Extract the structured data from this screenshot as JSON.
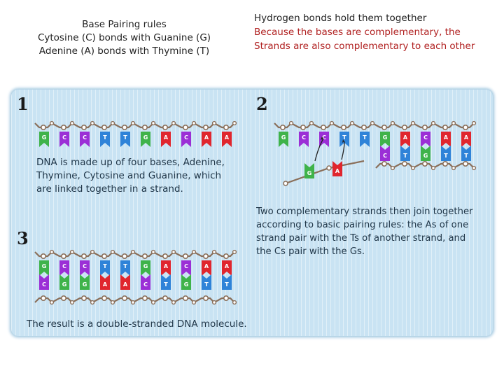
{
  "header_left": {
    "line1": "Base Pairing rules",
    "line2": "Cytosine (C) bonds with Guanine (G)",
    "line3": "Adenine (A) bonds with Thymine (T)"
  },
  "header_right": {
    "line1": "Hydrogen bonds hold them together",
    "line2": "Because the bases are complementary, the",
    "line3": "Strands are also complementary to each other"
  },
  "figure": {
    "step1": {
      "number": "1",
      "bases": [
        "G",
        "C",
        "C",
        "T",
        "T",
        "G",
        "A",
        "C",
        "A",
        "A"
      ],
      "caption_lines": [
        "DNA is made up of four bases, Adenine,",
        "Thymine, Cytosine and Guanine, which",
        "are linked together in a strand."
      ]
    },
    "step2": {
      "number": "2",
      "top_bases": [
        "G",
        "C",
        "C",
        "T",
        "T",
        "G",
        "A",
        "C",
        "A",
        "A"
      ],
      "paired_bases": [
        "C",
        "T",
        "G",
        "T",
        "T"
      ],
      "loose_bases": [
        "G",
        "A"
      ],
      "caption_lines": [
        "Two complementary strands then join together",
        "according to basic pairing rules: the As of one",
        "strand pair with the Ts of another strand, and",
        "the Cs pair with the Gs."
      ]
    },
    "step3": {
      "number": "3",
      "top_bases": [
        "G",
        "C",
        "C",
        "T",
        "T",
        "G",
        "A",
        "C",
        "A",
        "A"
      ],
      "bottom_bases": [
        "C",
        "G",
        "G",
        "A",
        "A",
        "C",
        "T",
        "G",
        "T",
        "T"
      ],
      "caption": "The result is a double-stranded DNA molecule."
    },
    "colors": {
      "G": "#3fb34a",
      "C": "#9b2fd6",
      "T": "#2f83d8",
      "A": "#e0262e",
      "backbone": "#8a6f5a"
    }
  }
}
